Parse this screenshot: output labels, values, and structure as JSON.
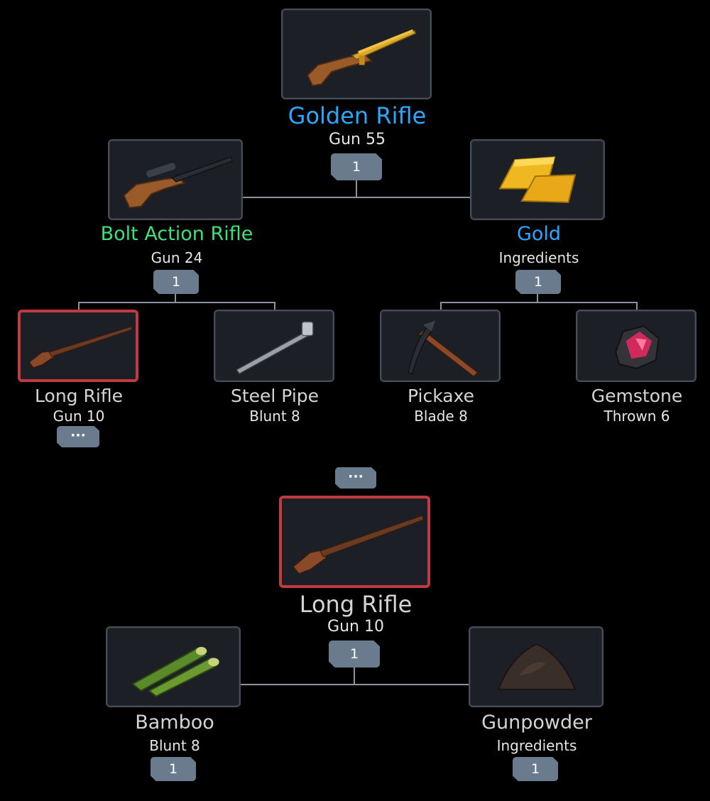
{
  "tree_top": {
    "root": {
      "name": "Golden Rifle",
      "sub": "Gun 55",
      "count": "1",
      "name_color": "#29a8ff"
    },
    "left": {
      "name": "Bolt Action Rifle",
      "sub": "Gun 24",
      "count": "1",
      "name_color": "#3ee07a"
    },
    "right": {
      "name": "Gold",
      "sub": "Ingredients",
      "count": "1",
      "name_color": "#29a8ff"
    },
    "leaves": [
      {
        "name": "Long Rifle",
        "sub": "Gun 10",
        "more": "···"
      },
      {
        "name": "Steel Pipe",
        "sub": "Blunt 8"
      },
      {
        "name": "Pickaxe",
        "sub": "Blade 8"
      },
      {
        "name": "Gemstone",
        "sub": "Thrown 6"
      }
    ]
  },
  "tree_bottom": {
    "more": "···",
    "root": {
      "name": "Long Rifle",
      "sub": "Gun 10",
      "count": "1"
    },
    "left": {
      "name": "Bamboo",
      "sub": "Blunt 8",
      "count": "1"
    },
    "right": {
      "name": "Gunpowder",
      "sub": "Ingredients",
      "count": "1"
    }
  },
  "colors": {
    "selected_border": "#c23a3e",
    "badge": "#6b7b8e",
    "card_bg": "#1c1f25"
  },
  "icons": [
    "golden-rifle-icon",
    "bolt-action-rifle-icon",
    "gold-bars-icon",
    "long-rifle-icon",
    "steel-pipe-icon",
    "pickaxe-icon",
    "gemstone-icon",
    "bamboo-icon",
    "gunpowder-icon"
  ]
}
